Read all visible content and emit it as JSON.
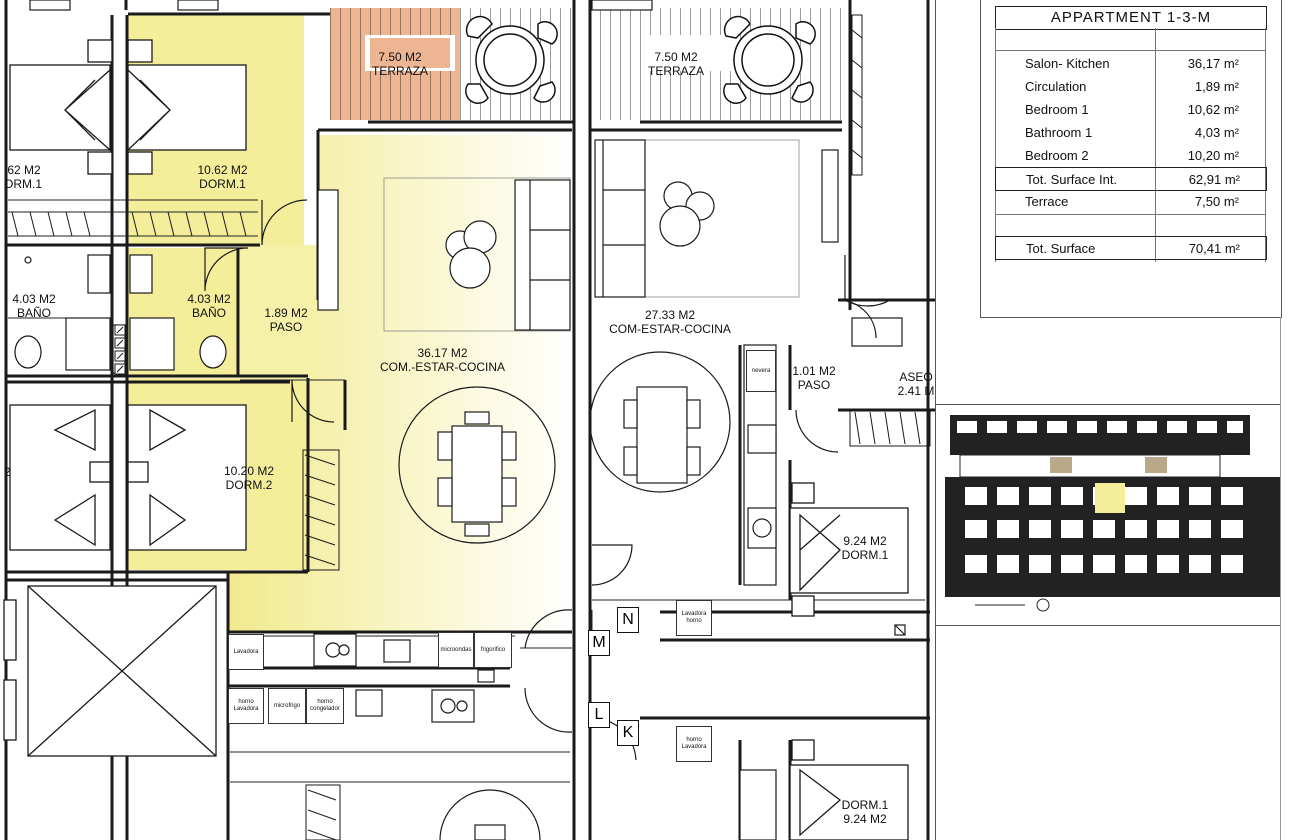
{
  "schedule": {
    "title": "APPARTMENT 1-3-M",
    "rows": [
      {
        "name": "Salon- Kitchen",
        "value": "36,17 m²"
      },
      {
        "name": "Circulation",
        "value": "1,89 m²"
      },
      {
        "name": "Bedroom 1",
        "value": "10,62 m²"
      },
      {
        "name": "Bathroom 1",
        "value": "4,03 m²"
      },
      {
        "name": "Bedroom 2",
        "value": "10,20 m²"
      },
      {
        "name": "Tot. Surface Int.",
        "value": "62,91 m²"
      },
      {
        "name": "Terrace",
        "value": "7,50 m²"
      },
      {
        "name": "Tot. Surface",
        "value": "70,41 m²"
      }
    ]
  },
  "rooms": {
    "terrace_a": {
      "area": "7.50 M2",
      "name": "TERRAZA"
    },
    "terrace_b": {
      "area": "7.50 M2",
      "name": "TERRAZA"
    },
    "dorm1_left": {
      "area": ".62 M2",
      "name": "ORM.1"
    },
    "dorm1_main": {
      "area": "10.62 M2",
      "name": "DORM.1"
    },
    "bath_left": {
      "area": "4.03 M2",
      "name": "BAÑO"
    },
    "bath_main": {
      "area": "4.03 M2",
      "name": "BAÑO"
    },
    "paso_main": {
      "area": "1.89 M2",
      "name": "PASO"
    },
    "living_main": {
      "area": "36.17 M2",
      "name": "COM.-ESTAR-COCINA"
    },
    "living_right": {
      "area": "27.33 M2",
      "name": "COM-ESTAR-COCINA"
    },
    "paso_right": {
      "area": "1.01 M2",
      "name": "PASO"
    },
    "aseo_right": {
      "area": "2.41 M",
      "name": "ASEO"
    },
    "dorm2_left": {
      "area": "2",
      "name": ""
    },
    "dorm2_main": {
      "area": "10.20 M2",
      "name": "DORM.2"
    },
    "dorm1_right_a": {
      "area": "9.24 M2",
      "name": "DORM.1"
    },
    "dorm1_right_b": {
      "area": "9.24 M2",
      "name": "DORM.1"
    }
  },
  "markers": [
    "N",
    "M",
    "L",
    "K"
  ],
  "appliances": {
    "microondas": "microondas",
    "frigorifico": "frigorifico",
    "lavadora": "Lavadora",
    "horno": "horno",
    "horno_lavadora": "horno\nLavadora",
    "microfrigo": "microfrigo",
    "horno_congelador": "horno\ncongelador",
    "lavadora_horno": "Lavadora\nhorno",
    "nevera": "nevera"
  },
  "colors": {
    "highlight_yellow": "#f4ee9a",
    "highlight_pale": "#fbf8d2",
    "terrace_orange": "#eeb592",
    "line": "#1a1a1a"
  }
}
